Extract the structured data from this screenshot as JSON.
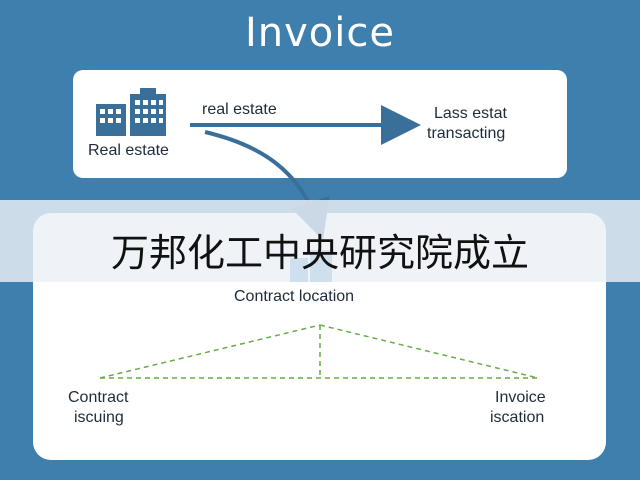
{
  "header": {
    "title": "Invoice"
  },
  "top_panel": {
    "source_label": "Real estate",
    "arrow_label": "real estate",
    "target_label_line1": "Lass estat",
    "target_label_line2": "transacting",
    "building_icon": "building-icon",
    "accent_color": "#3a6f9a"
  },
  "banner": {
    "text": "万邦化工中央研究院成立"
  },
  "bottom_panel": {
    "center_label": "Contract location",
    "left_label_line1": "Contract",
    "left_label_line2": "iscuing",
    "right_label_line1": "Invoice",
    "right_label_line2": "iscation",
    "line_color": "#6aaa4a"
  }
}
